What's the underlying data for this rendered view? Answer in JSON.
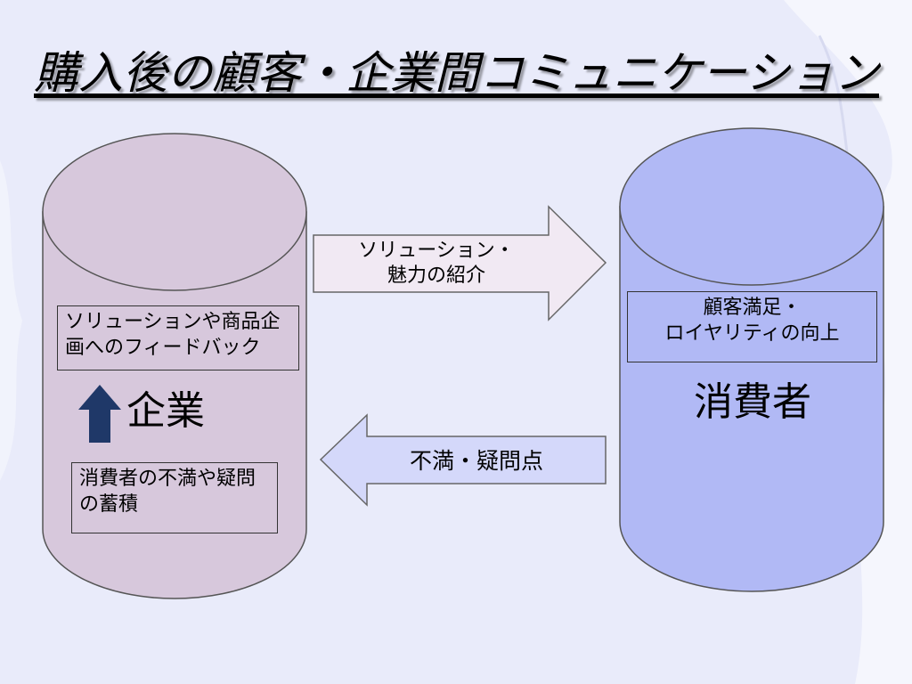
{
  "title": "購入後の顧客・企業間コミュニケーション",
  "company": {
    "name": "企業",
    "box_top": "ソリューションや商品企画へのフィードバック",
    "box_bottom": "消費者の不満や疑問の蓄積",
    "color": "#d7c8dc"
  },
  "consumer": {
    "name": "消費者",
    "box_top": "顧客満足・\nロイヤリティの向上",
    "color": "#b1b9f5"
  },
  "arrow_right": {
    "text": "ソリューション・\n魅力の紹介"
  },
  "arrow_left": {
    "text": "不満・疑問点"
  },
  "colors": {
    "background": "#e9ebfa",
    "up_arrow": "#1f3868",
    "arrow_right_fill": "#f1e9f3",
    "arrow_left_fill": "#d4d8fa"
  }
}
